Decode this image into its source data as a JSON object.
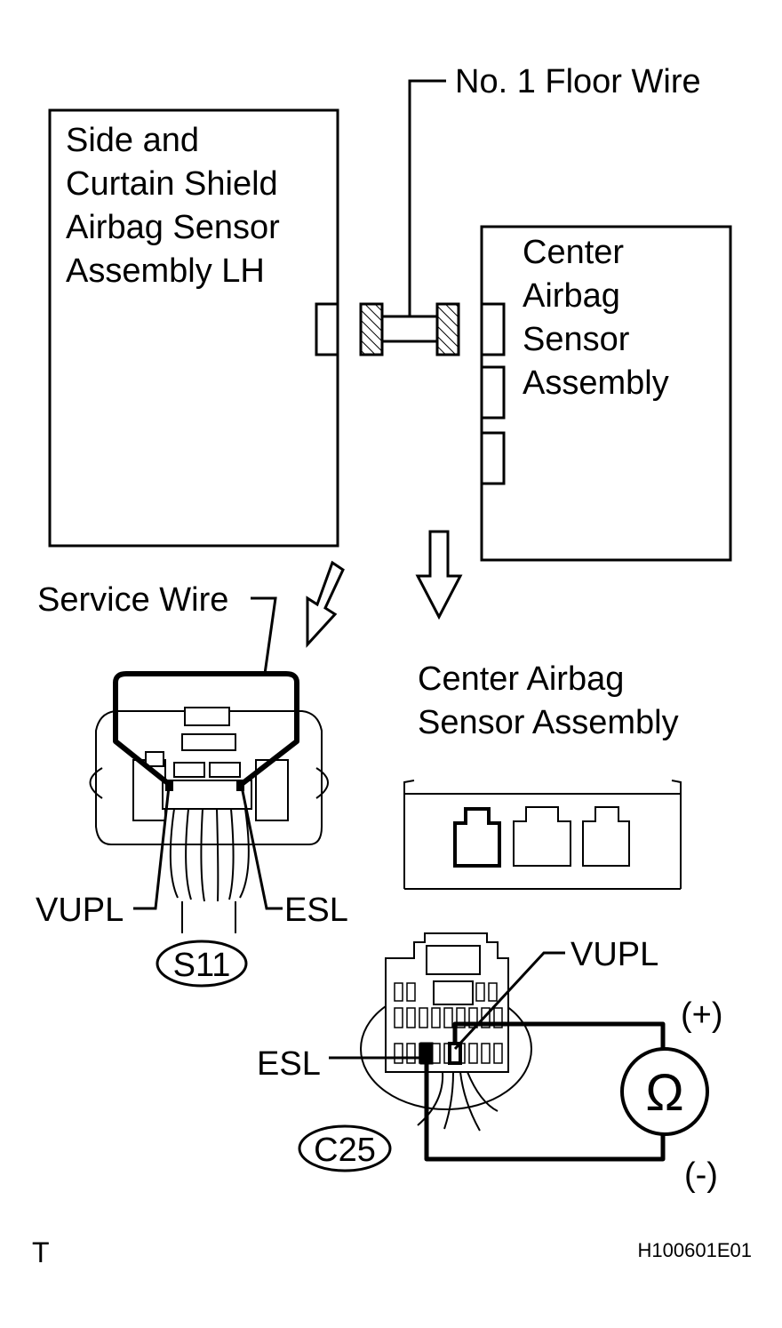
{
  "labels": {
    "floor_wire": "No. 1 Floor Wire",
    "lh_sensor_lines": [
      "Side and",
      "Curtain Shield",
      "Airbag Sensor",
      "Assembly LH"
    ],
    "center_sensor_lines": [
      "Center",
      "Airbag",
      "Sensor",
      "Assembly"
    ],
    "service_wire": "Service Wire",
    "center_assembly_lines": [
      "Center Airbag",
      "Sensor Assembly"
    ],
    "vupl_left": "VUPL",
    "esl_left": "ESL",
    "s11": "S11",
    "vupl_right": "VUPL",
    "esl_right": "ESL",
    "c25": "C25",
    "plus": "(+)",
    "minus": "(-)",
    "ohm": "Ω",
    "corner_t": "T",
    "figure_id": "H100601E01"
  }
}
